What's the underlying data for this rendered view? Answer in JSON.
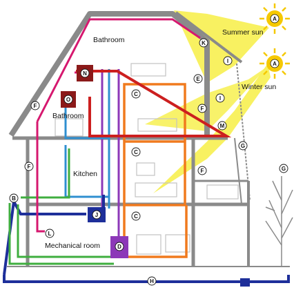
{
  "labels": {
    "summer_sun": "Summer sun",
    "winter_sun": "Winter sun",
    "bathroom_top": "Bathroom",
    "bathroom_mid": "Bathroom",
    "kitchen": "Kitchen",
    "mechanical_room": "Mechanical room"
  },
  "markers": {
    "A": "A",
    "B": "B",
    "C": "C",
    "D": "D",
    "E": "E",
    "F": "F",
    "G": "G",
    "H": "H",
    "I": "I",
    "J": "J",
    "K": "K",
    "L": "L",
    "M": "M",
    "N": "N",
    "O": "O"
  },
  "colors": {
    "structure": "#8a8a8a",
    "sunbeam": "#f7f050",
    "sun": "#f5c800",
    "heating_red": "#cc1f1f",
    "ventilation_magenta": "#d6186f",
    "hot_water_blue": "#2f8fd0",
    "radiant_orange": "#f07a1e",
    "drain_purple": "#8c38b8",
    "ground_loop_green": "#3fae3f",
    "duct_navy": "#1e2f9a",
    "equipment_dark_red": "#8b1a1a"
  }
}
